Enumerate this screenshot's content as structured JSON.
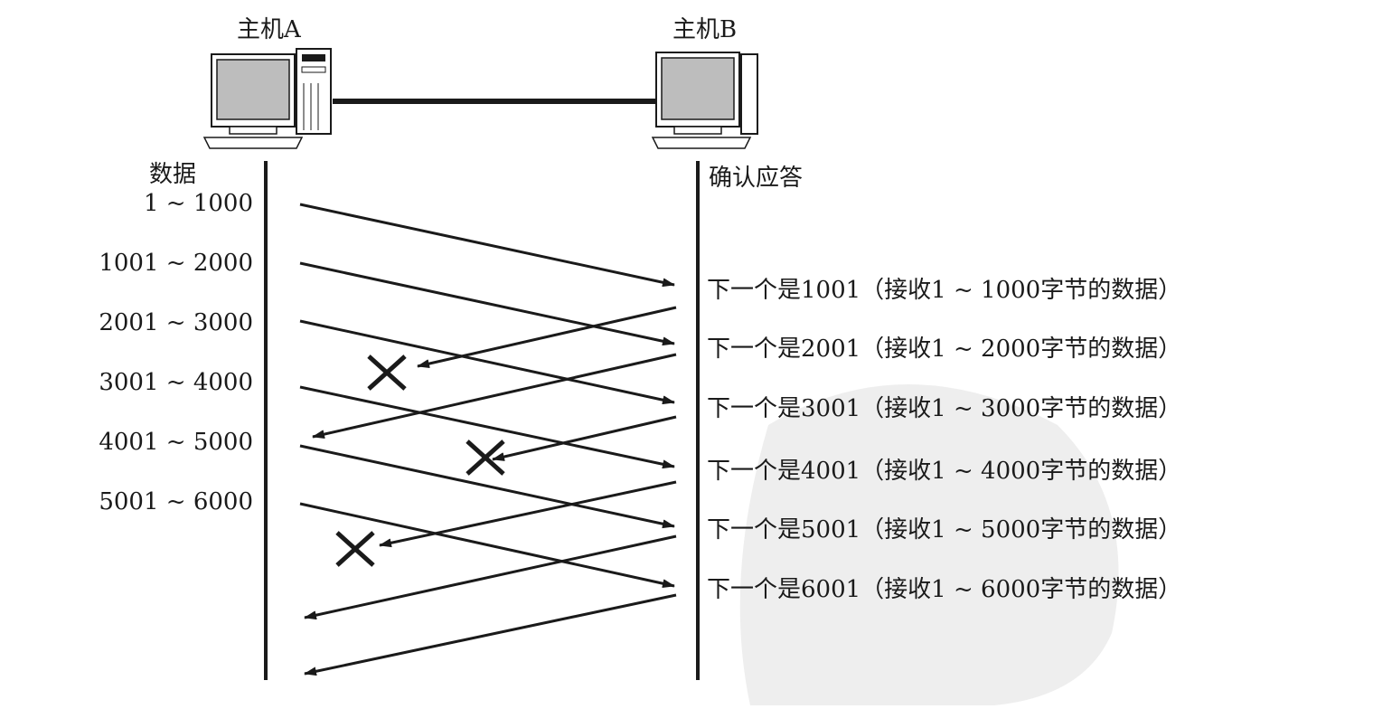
{
  "hostA": {
    "label": "主机A"
  },
  "hostB": {
    "label": "主机B"
  },
  "columns": {
    "left": "数据",
    "right": "确认应答"
  },
  "segments": [
    {
      "label": "1 ~ 1000",
      "ack_lost": false
    },
    {
      "label": "1001 ~ 2000",
      "ack_lost": true
    },
    {
      "label": "2001 ~ 3000",
      "ack_lost": false
    },
    {
      "label": "3001 ~ 4000",
      "ack_lost": true
    },
    {
      "label": "4001 ~ 5000",
      "ack_lost": true
    },
    {
      "label": "5001 ~ 6000",
      "ack_lost": false
    }
  ],
  "acks": [
    "下一个是1001（接收1 ~ 1000字节的数据）",
    "下一个是2001（接收1 ~ 2000字节的数据）",
    "下一个是3001（接收1 ~ 3000字节的数据）",
    "下一个是4001（接收1 ~ 4000字节的数据）",
    "下一个是5001（接收1 ~ 5000字节的数据）",
    "下一个是6001（接收1 ~ 6000字节的数据）"
  ],
  "colors": {
    "ink": "#1a1a1a",
    "screen": "#bdbdbd",
    "watermark": "#ededed"
  }
}
